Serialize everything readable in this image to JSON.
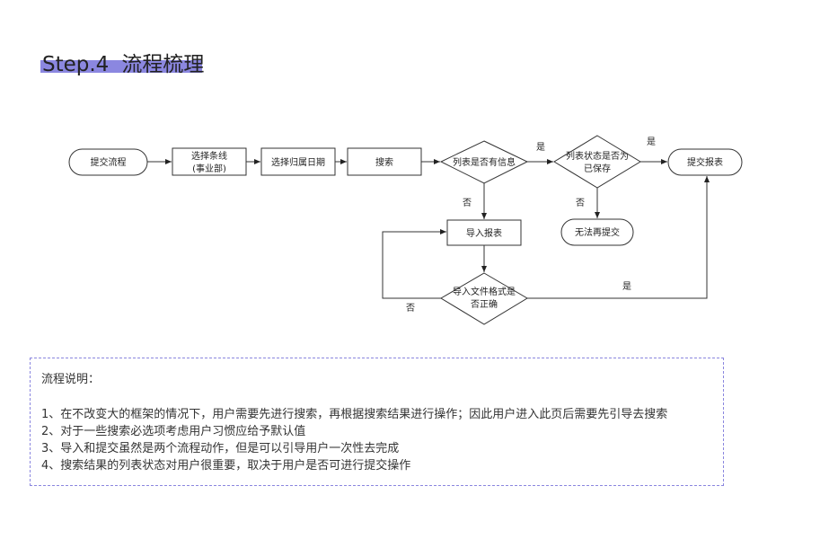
{
  "header": {
    "step": "Step.4",
    "title": "流程梳理",
    "highlight_color": "#8b87e0"
  },
  "flowchart": {
    "nodes": {
      "start": "提交流程",
      "select_line": [
        "选择条线",
        "(事业部)"
      ],
      "select_date": "选择归属日期",
      "search": "搜索",
      "has_info": "列表是否有信息",
      "is_saved": [
        "列表状态是否为",
        "已保存"
      ],
      "submit_report": "提交报表",
      "cannot_submit": "无法再提交",
      "import_report": "导入报表",
      "format_ok": [
        "导入文件格式是",
        "否正确"
      ]
    },
    "edge_labels": {
      "has_info_yes": "是",
      "has_info_no": "否",
      "is_saved_yes": "是",
      "is_saved_no": "否",
      "format_yes": "是",
      "format_no": "否"
    }
  },
  "notes": {
    "title": "流程说明：",
    "border_color": "#8a86df",
    "items": [
      "1、在不改变大的框架的情况下，用户需要先进行搜索，再根据搜索结果进行操作；因此用户进入此页后需要先引导去搜索",
      "2、对于一些搜索必选项考虑用户习惯应给予默认值",
      "3、导入和提交虽然是两个流程动作，但是可以引导用户一次性去完成",
      "4、搜索结果的列表状态对用户很重要，取决于用户是否可进行提交操作"
    ]
  }
}
